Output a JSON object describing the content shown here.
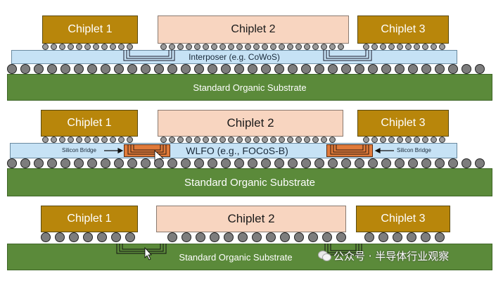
{
  "top": {
    "chiplet1": "Chiplet 1",
    "chiplet2": "Chiplet 2",
    "chiplet3": "Chiplet 3",
    "interposer": "Interposer (e.g. CoWoS)",
    "substrate": "Standard Organic Substrate"
  },
  "middle": {
    "chiplet1": "Chiplet 1",
    "chiplet2": "Chiplet 2",
    "chiplet3": "Chiplet 3",
    "interposer": "WLFO (e.g., FOCoS-B)",
    "bridge_left": "Silicon Bridge",
    "bridge_right": "Silicon Bridge",
    "substrate": "Standard Organic Substrate"
  },
  "bottom": {
    "chiplet1": "Chiplet 1",
    "chiplet2": "Chiplet 2",
    "chiplet3": "Chiplet 3",
    "substrate": "Standard Organic Substrate"
  },
  "watermark": "公众号 · 半导体行业观察",
  "colors": {
    "chiplet_gold": "#b8860b",
    "chiplet_pink": "#f8d5c0",
    "interposer_blue": "#c6e2f5",
    "substrate_green": "#5b8a3a",
    "bridge_orange": "#e07a3a"
  }
}
